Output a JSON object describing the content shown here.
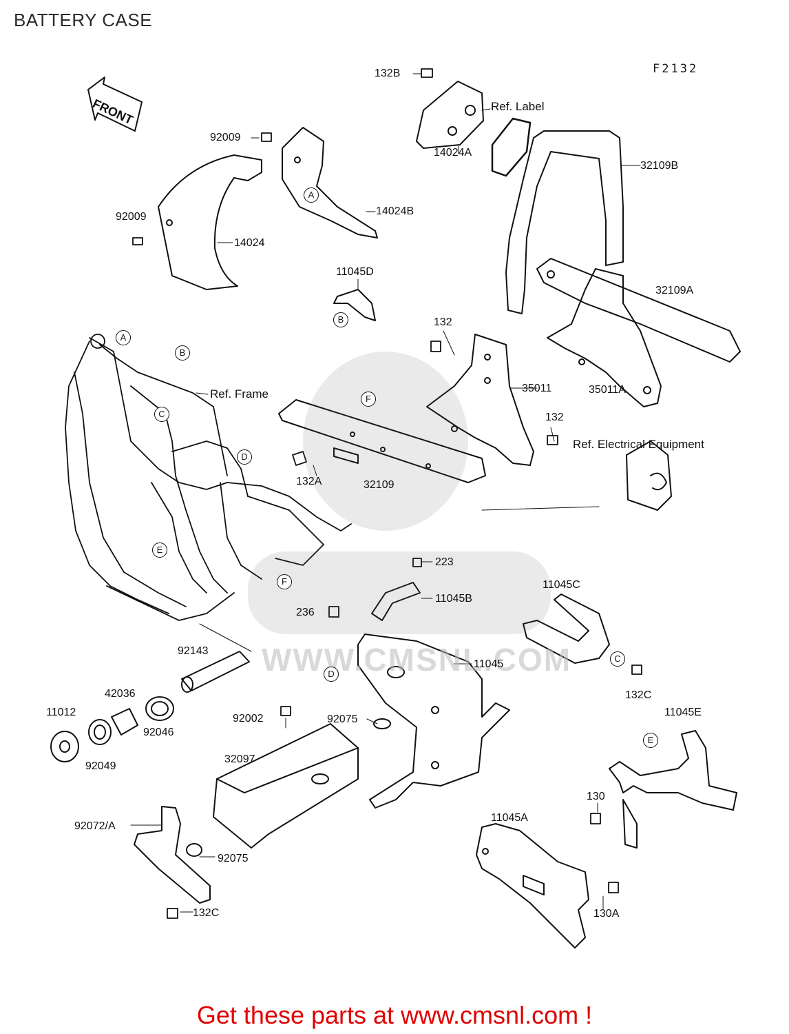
{
  "title": "BATTERY CASE",
  "figure_code": "F2132",
  "front_label": "FRONT",
  "watermark": "WWW.CMSNL.COM",
  "footer": "Get these parts at www.cmsnl.com !",
  "labels": {
    "l132B": "132B",
    "refLabel": "Ref. Label",
    "l14024A": "14024A",
    "l32109B": "32109B",
    "l92009a": "92009",
    "l92009b": "92009",
    "l14024B": "14024B",
    "l14024": "14024",
    "l11045D": "11045D",
    "l32109A": "32109A",
    "l132a": "132",
    "l35011": "35011",
    "l35011A": "35011A",
    "refFrame": "Ref. Frame",
    "l132b": "132",
    "refElec": "Ref. Electrical Equipment",
    "l132A": "132A",
    "l32109": "32109",
    "l223": "223",
    "l11045B": "11045B",
    "l11045C": "11045C",
    "l236": "236",
    "l11045": "11045",
    "l92143": "92143",
    "l42036": "42036",
    "l11012": "11012",
    "l92046": "92046",
    "l92049": "92049",
    "l92002": "92002",
    "l92075a": "92075",
    "l32097": "32097",
    "l132C_a": "132C",
    "l11045E": "11045E",
    "l130": "130",
    "l11045A": "11045A",
    "l92072A": "92072/A",
    "l92075b": "92075",
    "l130A": "130A",
    "l132C_b": "132C"
  },
  "callouts": {
    "A1": "A",
    "A2": "A",
    "B1": "B",
    "B2": "B",
    "C1": "C",
    "C2": "C",
    "D1": "D",
    "D2": "D",
    "E1": "E",
    "E2": "E",
    "F1": "F",
    "F2": "F"
  }
}
